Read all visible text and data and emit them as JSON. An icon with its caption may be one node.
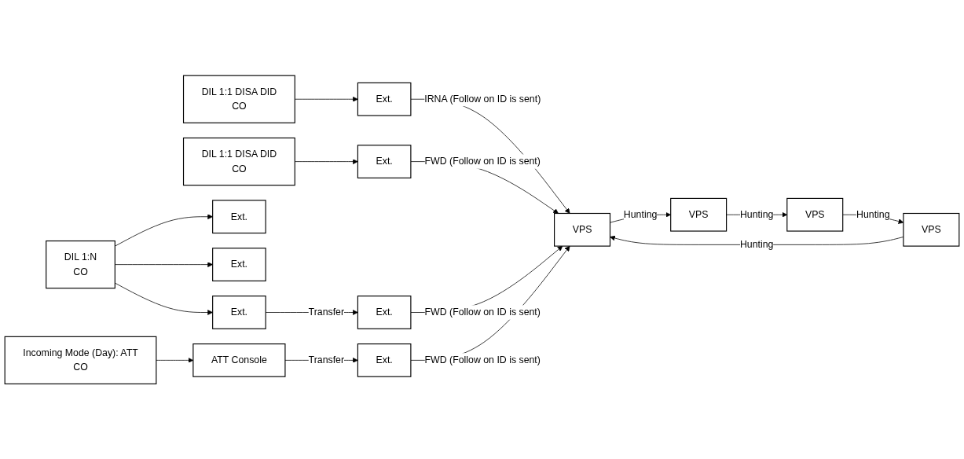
{
  "diagram": {
    "nodes": [
      {
        "text": [
          "DIL 1:N",
          "CO"
        ]
      },
      {
        "text": [
          "Incoming Mode (Day): ATT",
          "CO"
        ]
      },
      {
        "text": [
          "DIL 1:1 DISA DID",
          "CO"
        ]
      },
      {
        "text": [
          "DIL 1:1 DISA DID",
          "CO"
        ]
      },
      {
        "text": [
          "Ext."
        ]
      },
      {
        "text": [
          "Ext."
        ]
      },
      {
        "text": [
          "Ext."
        ]
      },
      {
        "text": [
          "ATT Console"
        ]
      },
      {
        "text": [
          "Ext."
        ]
      },
      {
        "text": [
          "Ext."
        ]
      },
      {
        "text": [
          "Ext."
        ]
      },
      {
        "text": [
          "Ext."
        ]
      },
      {
        "text": [
          "VPS"
        ]
      },
      {
        "text": [
          "VPS"
        ]
      },
      {
        "text": [
          "VPS"
        ]
      },
      {
        "text": [
          "VPS"
        ]
      }
    ],
    "edges": [
      {
        "from": 0,
        "to": 4,
        "arrow": "to"
      },
      {
        "from": 0,
        "to": 5,
        "arrow": "to"
      },
      {
        "from": 0,
        "to": 6,
        "arrow": "to"
      },
      {
        "from": 1,
        "to": 7,
        "arrow": "to"
      },
      {
        "from": 2,
        "to": 8,
        "arrow": "to"
      },
      {
        "from": 3,
        "to": 9,
        "arrow": "to"
      },
      {
        "from": 9,
        "to": 12,
        "arrow": "to",
        "label": "FWD (Follow on ID is sent)"
      },
      {
        "from": 8,
        "to": 12,
        "arrow": "to",
        "label": "IRNA (Follow on ID is sent)"
      },
      {
        "from": 7,
        "to": 10,
        "arrow": "to",
        "label": "Transfer"
      },
      {
        "from": 6,
        "to": 11,
        "arrow": "to",
        "label": "Transfer"
      },
      {
        "from": 10,
        "to": 12,
        "arrow": "to",
        "label": "FWD (Follow on ID is sent)"
      },
      {
        "from": 11,
        "to": 12,
        "arrow": "to",
        "label": "FWD (Follow on ID is sent)"
      },
      {
        "from": 12,
        "to": 15,
        "arrow": "to",
        "label": "Hunting"
      },
      {
        "from": 15,
        "to": 14,
        "arrow": "to",
        "label": "Hunting"
      },
      {
        "from": 14,
        "to": 13,
        "arrow": "to",
        "label": "Hunting"
      },
      {
        "from": 13,
        "to": 12,
        "arrow": "to",
        "label": "Hunting"
      }
    ]
  }
}
